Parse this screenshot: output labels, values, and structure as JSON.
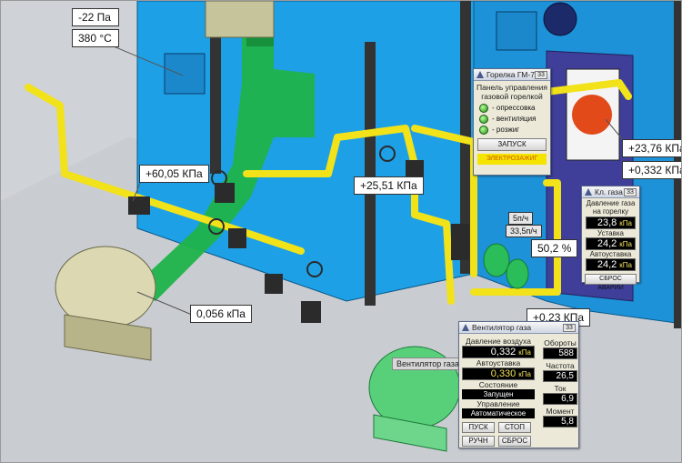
{
  "readouts": {
    "flue_pressure": "-22 Па",
    "flue_temperature": "380 °C",
    "gas_pressure_main": "+60,05 КПа",
    "duct_pressure": "0,056 кПа",
    "gas_pressure_after_valve": "+25,51 КПа",
    "burner_pressure_1": "+23,76 КПа",
    "burner_pressure_2": "+0,332 КПа",
    "flow_1": "5п/ч",
    "flow_2": "33,5п/ч",
    "valve_position": "50,2 %",
    "fan_outlet_pressure": "+0,23 КПа",
    "fan_label": "Вентилятор газа"
  },
  "burner_panel": {
    "title": "Горелка ГМ-7",
    "close": "33",
    "heading": "Панель управления газовой горелкой",
    "indicators": [
      "- опрессовка",
      "- вентиляция",
      "- розжиг"
    ],
    "start_button": "ЗАПУСК",
    "status": "ЭЛЕКТРОЗАЖИГ",
    "status_color": "#f4e400"
  },
  "gas_valve_panel": {
    "title": "Кл. газа",
    "close": "33",
    "pressure_label": "Давление газа на горелку",
    "pressure_value": "23,8",
    "pressure_unit": "кПа",
    "setpoint_label": "Уставка",
    "setpoint_value": "24,2",
    "setpoint_unit": "кПа",
    "auto_setpoint_label": "Автоуставка",
    "auto_setpoint_value": "24,2",
    "auto_setpoint_unit": "кПа",
    "reset_button": "СБРОС АВАРИИ"
  },
  "fan_panel": {
    "title": "Вентилятор газа",
    "close": "33",
    "air_pressure_label": "Давление воздуха",
    "air_pressure_value": "0,332",
    "air_pressure_unit": "кПа",
    "auto_setpoint_label": "Автоуставка",
    "auto_setpoint_value": "0,330",
    "auto_setpoint_unit": "кПа",
    "state_label": "Состояние",
    "state_value": "Запущен",
    "control_label": "Управление",
    "control_value": "Автоматическое",
    "start_button": "ПУСК",
    "stop_button": "СТОП",
    "manual_button": "РУЧН",
    "reset_button": "СБРОС",
    "rpm_label": "Обороты",
    "rpm_value": "588",
    "freq_label": "Частота",
    "freq_value": "26,5",
    "current_label": "Ток",
    "current_value": "6,9",
    "torque_label": "Момент",
    "torque_value": "5,8"
  }
}
